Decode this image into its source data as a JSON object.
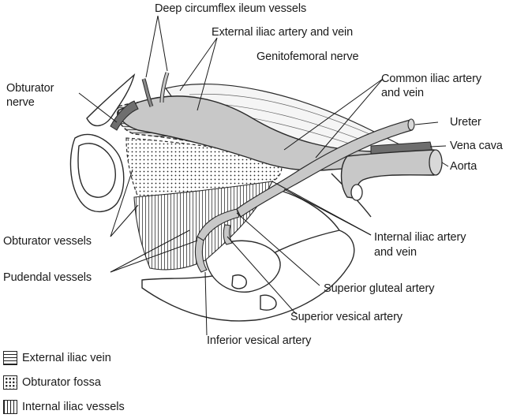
{
  "labels": {
    "deep_circumflex": "Deep circumflex ileum vessels",
    "external_iliac_artery_vein": "External iliac artery and vein",
    "genitofemoral": "Genitofemoral nerve",
    "obturator_nerve": [
      "Obturator",
      "nerve"
    ],
    "common_iliac": [
      "Common iliac artery",
      "and vein"
    ],
    "ureter": "Ureter",
    "vena_cava": "Vena cava",
    "aorta": "Aorta",
    "obturator_vessels": "Obturator vessels",
    "pudendal_vessels": "Pudendal vessels",
    "internal_iliac": [
      "Internal iliac artery",
      "and vein"
    ],
    "superior_gluteal": "Superior gluteal artery",
    "superior_vesical": "Superior vesical artery",
    "inferior_vesical": "Inferior vesical artery"
  },
  "legend": [
    {
      "pattern": "horizontal-lines",
      "label": "External iliac vein"
    },
    {
      "pattern": "dots",
      "label": "Obturator fossa"
    },
    {
      "pattern": "vertical-lines",
      "label": "Internal iliac vessels"
    }
  ],
  "colors": {
    "vessel_fill": "#c8c8c8",
    "vein_dark": "#6e6e6e",
    "outline": "#2a2a2a"
  }
}
